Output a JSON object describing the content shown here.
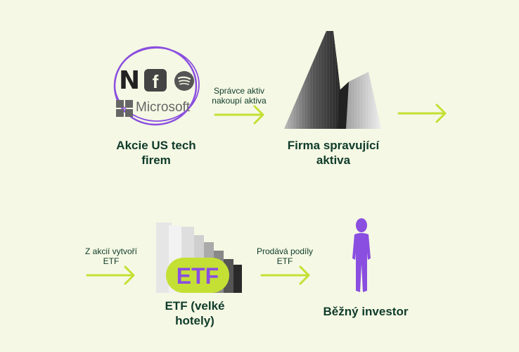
{
  "nodes": {
    "stocks": {
      "label": "Akcie US tech firem"
    },
    "manager": {
      "label": "Firma spravující aktiva"
    },
    "etf": {
      "label": "ETF (velké hotely)",
      "badge": "ETF"
    },
    "investor": {
      "label": "Běžný investor"
    }
  },
  "logos": {
    "netflix": "N",
    "facebook": "f",
    "microsoft": "Microsoft"
  },
  "edges": {
    "buy": "Správce aktiv nakoupí aktiva",
    "create": "Z akcií vytvoří ETF",
    "sell": "Prodává podíly ETF"
  },
  "colors": {
    "background": "#f5f8e4",
    "arrow": "#c4e034",
    "text": "#0f3b2b",
    "circle": "#8a4ee0",
    "investor": "#8a4ee0",
    "badge_fill": "#c4e034",
    "badge_text": "#8a4ee0"
  }
}
